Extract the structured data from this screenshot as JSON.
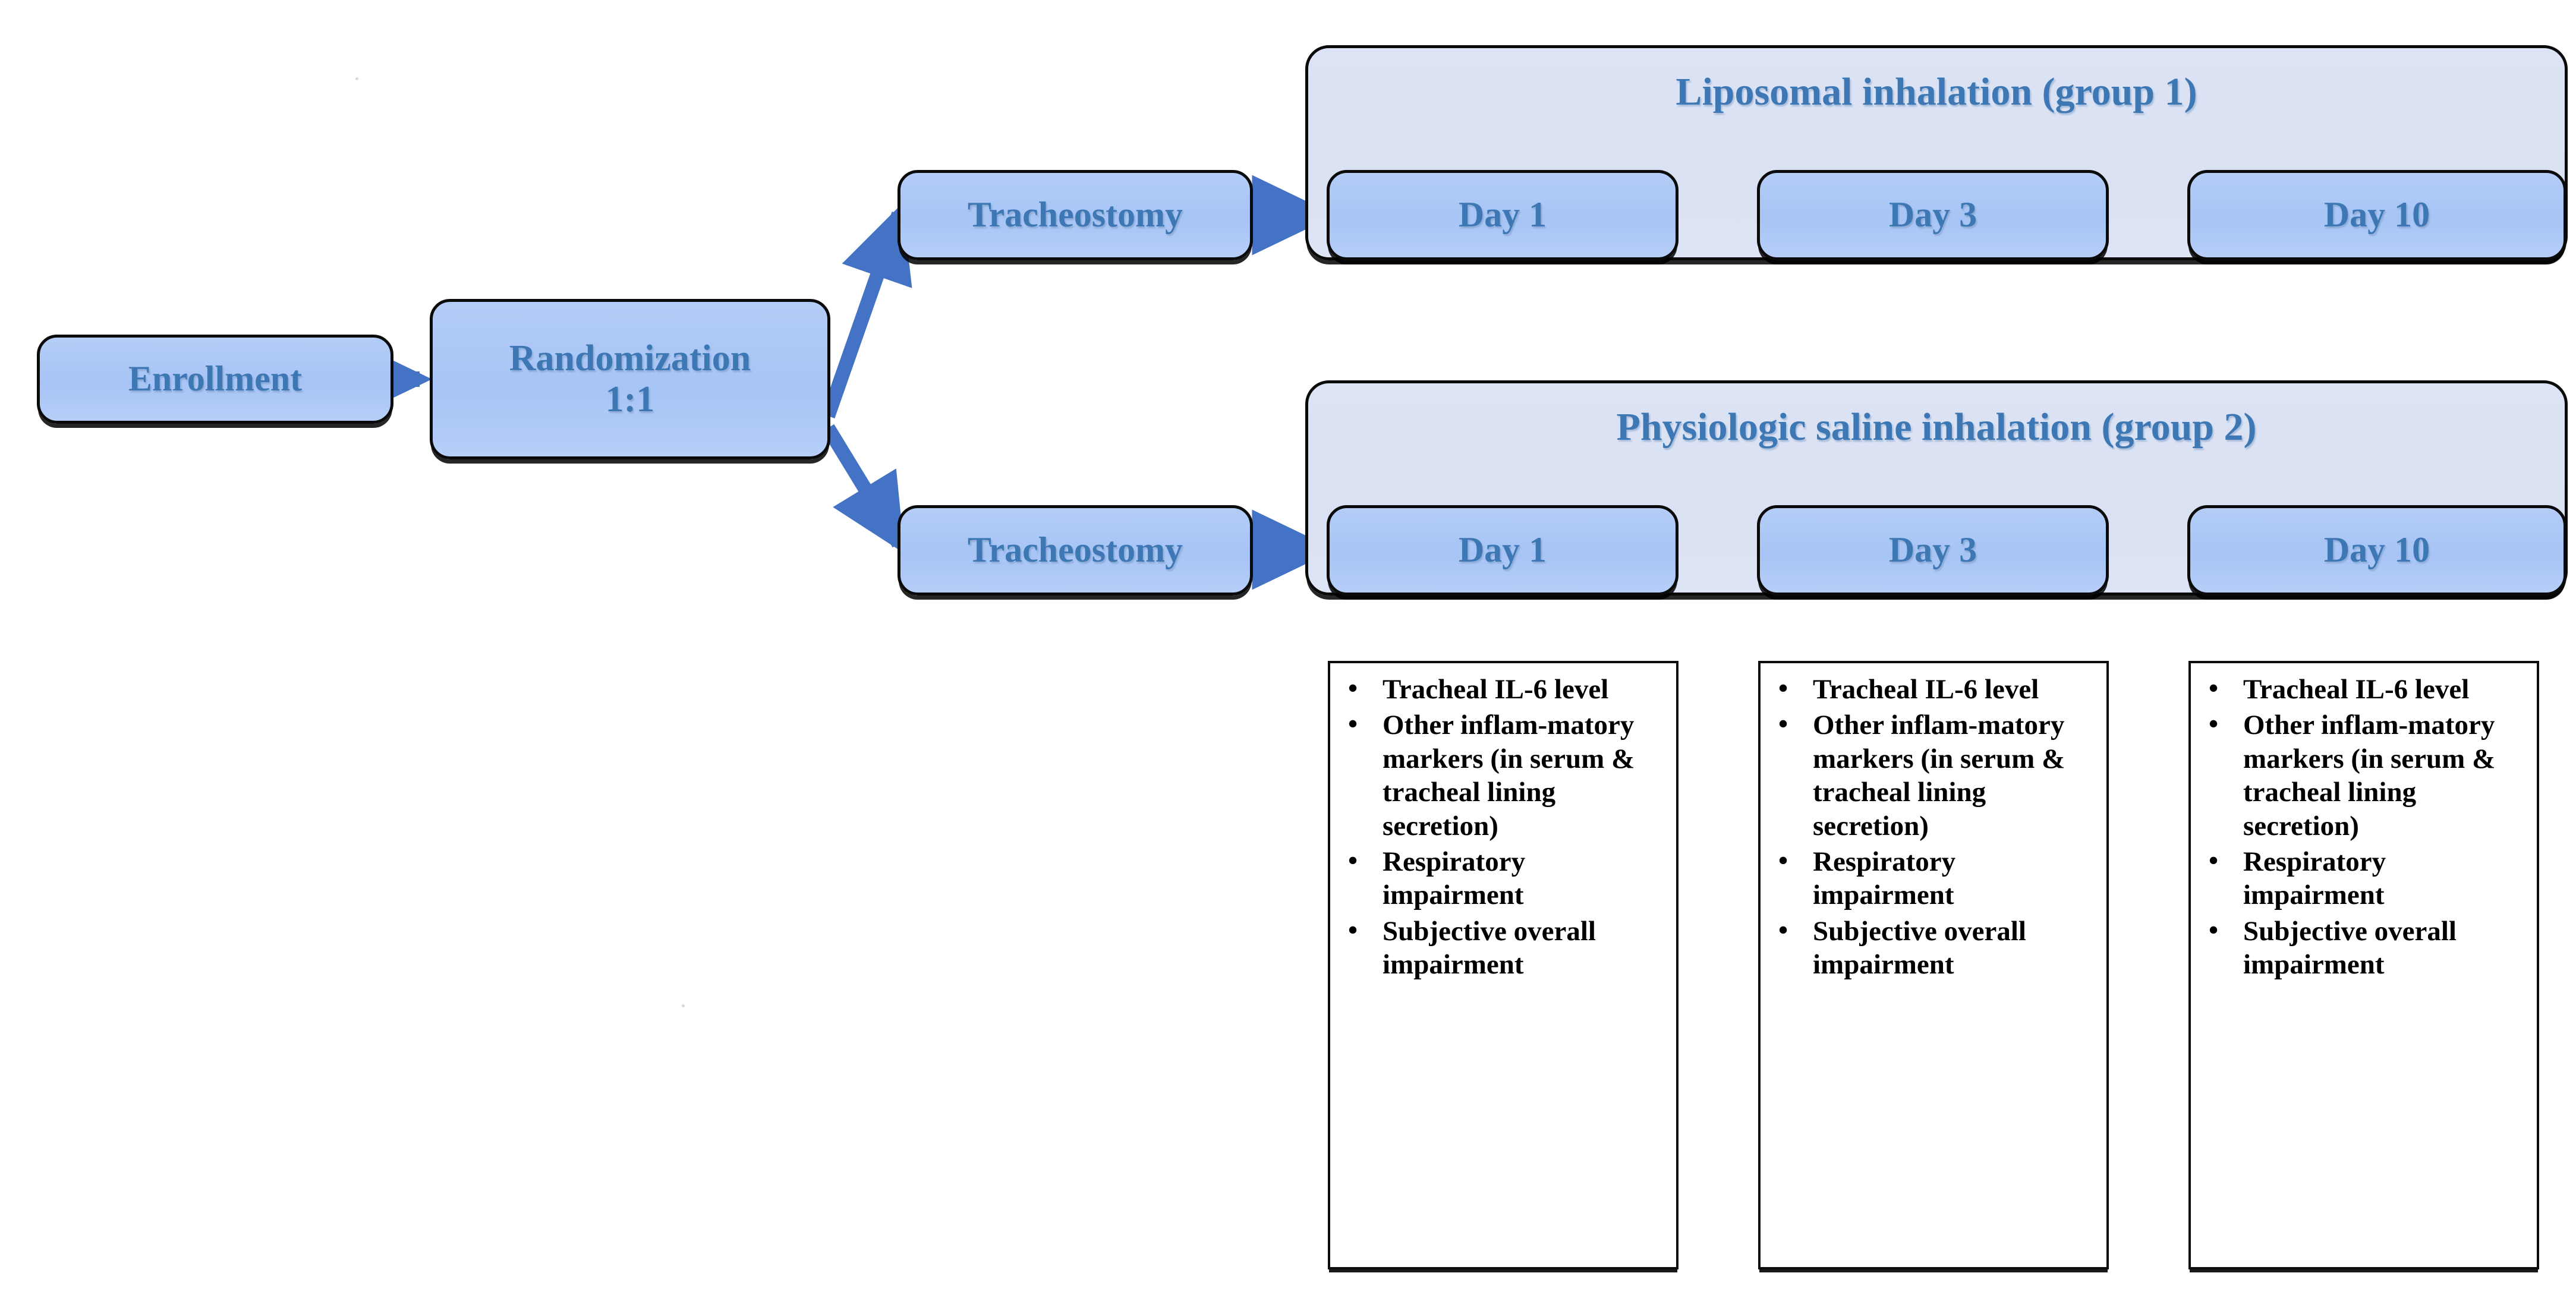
{
  "diagram": {
    "title": "Randomized trial flow diagram",
    "colors": {
      "node_fill": "#a8c6f5",
      "group_fill": "#dce3f4",
      "node_text": "#3d78b4",
      "arrow": "#4472c4",
      "border": "#0a0a0a",
      "outcome_text": "#000000"
    },
    "nodes": {
      "enrollment": "Enrollment",
      "randomization": "Randomization\n1:1",
      "randomization_line1": "Randomization",
      "randomization_line2": "1:1",
      "tracheostomy_group1": "Tracheostomy",
      "tracheostomy_group2": "Tracheostomy"
    },
    "groups": [
      {
        "id": "group1",
        "title": "Liposomal inhalation (group 1)",
        "timepoints": [
          "Day 1",
          "Day 3",
          "Day 10"
        ]
      },
      {
        "id": "group2",
        "title": "Physiologic saline inhalation (group 2)",
        "timepoints": [
          "Day 1",
          "Day 3",
          "Day 10"
        ]
      }
    ],
    "outcome_boxes": [
      {
        "id": "outcomes-day1",
        "items": [
          "Tracheal IL-6 level",
          "Other inflam-matory markers (in serum & tracheal lining secretion)",
          "Respiratory impairment",
          "Subjective overall impairment"
        ]
      },
      {
        "id": "outcomes-day3",
        "items": [
          "Tracheal IL-6 level",
          "Other inflam-matory markers (in serum & tracheal lining secretion)",
          "Respiratory impairment",
          "Subjective overall impairment"
        ]
      },
      {
        "id": "outcomes-day10",
        "items": [
          "Tracheal IL-6 level",
          "Other inflam-matory markers (in serum & tracheal lining secretion)",
          "Respiratory impairment",
          "Subjective overall impairment"
        ]
      }
    ]
  }
}
